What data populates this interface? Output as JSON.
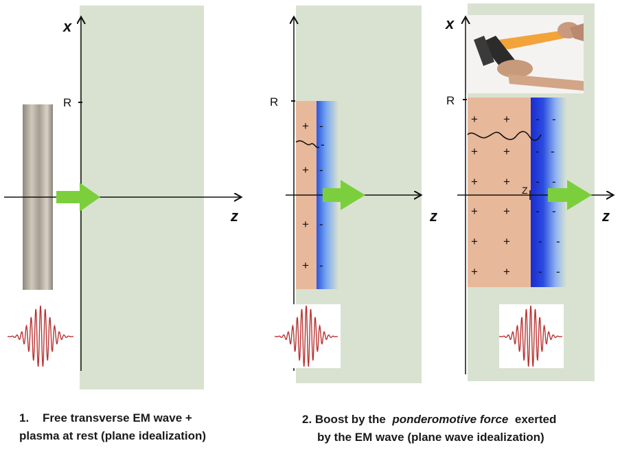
{
  "axes": {
    "x": "x",
    "z": "z",
    "r": "R"
  },
  "plus": "+",
  "minus": "-",
  "origin_mark": "Z",
  "captions": {
    "panel1": {
      "number": "1.",
      "line1": "Free transverse EM wave +",
      "line2": "plasma at rest (plane idealization)"
    },
    "panel2": {
      "prefix": "2. Boost by the",
      "emph": "ponderomotive force",
      "suffix": "exerted",
      "line2": "by the EM wave (plane wave idealization)"
    }
  },
  "colors": {
    "background_slab": "#d9e2d0",
    "plasma": "#e8b89a",
    "electron_layer": "#1f3fd8",
    "arrow": "#7ccf3c",
    "wave": "#b83232"
  }
}
